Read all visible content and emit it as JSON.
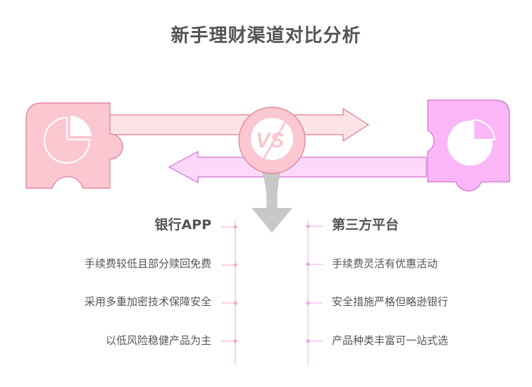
{
  "title": "新手理财渠道对比分析",
  "vs_label": "VS",
  "colors": {
    "left_accent": "#f8c6cf",
    "left_stroke": "#e07a93",
    "right_accent": "#f8b3f5",
    "right_stroke": "#d16fd6",
    "arrow_down": "#c8c8c8",
    "text": "#555555"
  },
  "left": {
    "heading": "银行APP",
    "icon": "pie-chart-icon",
    "items": [
      "手续费较低且部分赎回免费",
      "采用多重加密技术保障安全",
      "以低风险稳健产品为主"
    ]
  },
  "right": {
    "heading": "第三方平台",
    "icon": "pie-chart-icon",
    "items": [
      "手续费灵活有优惠活动",
      "安全措施严格但略逊银行",
      "产品种类丰富可一站式选"
    ]
  }
}
